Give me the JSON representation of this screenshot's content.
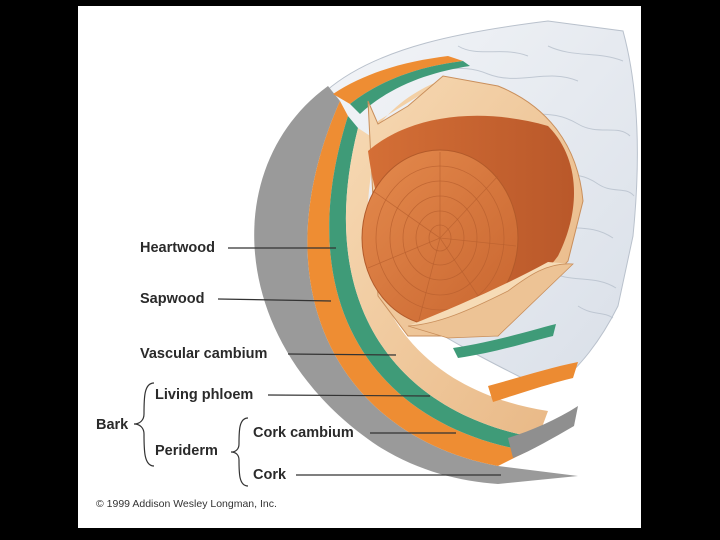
{
  "labels": {
    "heartwood": "Heartwood",
    "sapwood": "Sapwood",
    "vascular_cambium": "Vascular cambium",
    "living_phloem": "Living phloem",
    "bark": "Bark",
    "cork_cambium": "Cork cambium",
    "periderm": "Periderm",
    "cork": "Cork"
  },
  "copyright": "© 1999 Addison Wesley Longman, Inc.",
  "colors": {
    "heartwood": "#d9773e",
    "sapwood": "#f1c79a",
    "vascular_cambium": "#3f9b78",
    "living_phloem": "#ec8b32",
    "cork": "#8f8f8f",
    "outer_bark": "#e6ebf2",
    "leader": "#333333"
  }
}
